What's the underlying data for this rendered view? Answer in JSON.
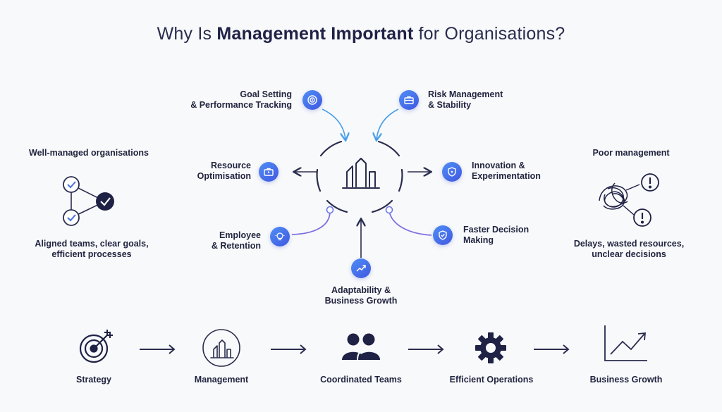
{
  "title": {
    "prefix": "Why Is ",
    "bold": "Management Important",
    "suffix": " for Organisations?"
  },
  "hub": {
    "icon": "building-chart-icon",
    "goal": {
      "line1": "Goal Setting",
      "line2": "& Performance Tracking",
      "icon": "target-icon"
    },
    "risk": {
      "line1": "Risk Management",
      "line2": "& Stability",
      "icon": "briefcase-icon"
    },
    "resource": {
      "line1": "Resource",
      "line2": "Optimisation",
      "icon": "toolbox-icon"
    },
    "innovation": {
      "line1": "Innovation &",
      "line2": "Experimentation",
      "icon": "shield-icon"
    },
    "employee": {
      "line1": "Employee",
      "line2": "& Retention",
      "icon": "lightbulb-icon"
    },
    "decision": {
      "line1": "Faster Decision",
      "line2": "Making",
      "icon": "shield-check-icon"
    },
    "adaptability": {
      "line1": "Adaptability &",
      "line2": "Business Growth",
      "icon": "trend-up-icon"
    }
  },
  "left_panel": {
    "heading": "Well-managed organisations",
    "icon": "connected-checks-icon",
    "caption_line1": "Aligned teams, clear goals,",
    "caption_line2": "efficient processes"
  },
  "right_panel": {
    "heading": "Poor management",
    "icon": "tangled-warning-icon",
    "caption_line1": "Delays, wasted resources,",
    "caption_line2": "unclear decisions"
  },
  "flow": [
    {
      "label": "Strategy",
      "icon": "target-arrow-icon"
    },
    {
      "label": "Management",
      "icon": "building-chart-icon"
    },
    {
      "label": "Coordinated Teams",
      "icon": "people-icon"
    },
    {
      "label": "Efficient Operations",
      "icon": "gear-icon"
    },
    {
      "label": "Business Growth",
      "icon": "growth-chart-icon"
    }
  ],
  "colors": {
    "accent_blue": "#4a7ef0",
    "navy": "#2a2d4e",
    "purple": "#7b6fe0"
  }
}
